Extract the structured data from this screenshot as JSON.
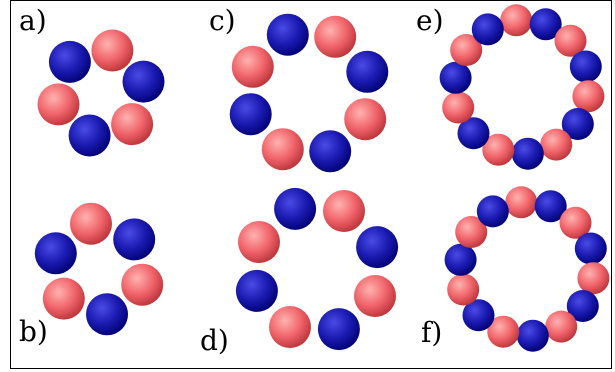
{
  "colors": {
    "red": "#f0646a",
    "red_highlight": "#ffb2b0",
    "red_shadow": "#b83238",
    "blue": "#1a1ab0",
    "blue_highlight": "#4a4ae6",
    "blue_shadow": "#000070",
    "border": "#000000",
    "background": "#ffffff"
  },
  "panels": [
    {
      "id": "a",
      "label": "a)",
      "spheres": 6,
      "pattern": [
        "blue",
        "red",
        "blue",
        "red",
        "blue",
        "red"
      ]
    },
    {
      "id": "b",
      "label": "b)",
      "spheres": 6,
      "pattern": [
        "red",
        "blue",
        "red",
        "blue",
        "red",
        "blue"
      ]
    },
    {
      "id": "c",
      "label": "c)",
      "spheres": 8,
      "pattern": [
        "blue",
        "red",
        "blue",
        "red",
        "blue",
        "red",
        "blue",
        "red"
      ]
    },
    {
      "id": "d",
      "label": "d)",
      "spheres": 8,
      "pattern": [
        "blue",
        "red",
        "blue",
        "red",
        "blue",
        "red",
        "blue",
        "red"
      ]
    },
    {
      "id": "e",
      "label": "e)",
      "spheres": 14,
      "pattern": [
        "red",
        "blue",
        "red",
        "blue",
        "red",
        "blue",
        "red",
        "blue",
        "red",
        "blue",
        "red",
        "blue",
        "red",
        "blue"
      ]
    },
    {
      "id": "f",
      "label": "f)",
      "spheres": 14,
      "pattern": [
        "red",
        "blue",
        "red",
        "blue",
        "red",
        "blue",
        "red",
        "blue",
        "red",
        "blue",
        "red",
        "blue",
        "red",
        "blue"
      ]
    }
  ]
}
